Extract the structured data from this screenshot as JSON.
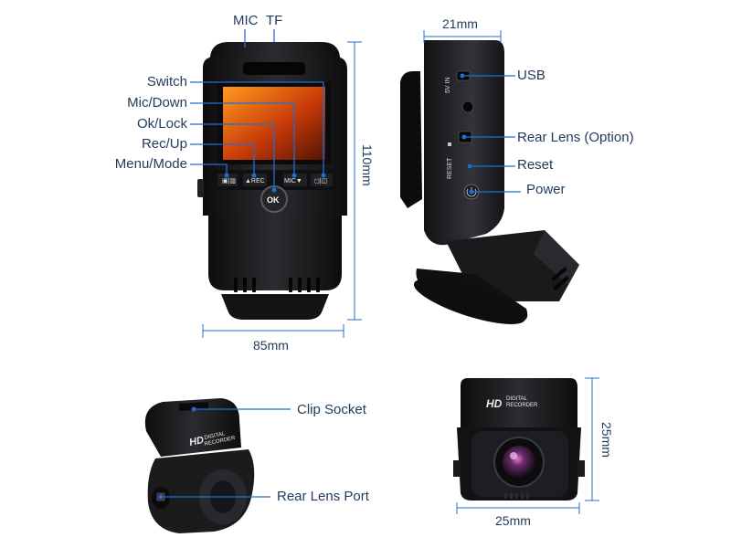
{
  "front_view": {
    "top_labels": {
      "mic": "MIC",
      "tf": "TF"
    },
    "callouts": {
      "switch": "Switch",
      "mic_down": "Mic/Down",
      "ok_lock": "Ok/Lock",
      "rec_up": "Rec/Up",
      "menu_mode": "Menu/Mode"
    },
    "buttons": {
      "rec": "▲REC",
      "ok": "OK",
      "mic": "MIC▼"
    },
    "width": "85mm",
    "height": "110mm"
  },
  "side_view": {
    "callouts": {
      "usb": "USB",
      "rear_lens": "Rear Lens (Option)",
      "reset": "Reset",
      "power": "Power"
    },
    "port_labels": {
      "5v_in": "5V IN",
      "reset": "RESET"
    },
    "depth": "21mm"
  },
  "rear_cam_back": {
    "callouts": {
      "clip_socket": "Clip Socket",
      "rear_lens_port": "Rear Lens Port"
    },
    "badge": {
      "hd": "HD",
      "line1": "DIGITAL",
      "line2": "RECORDER"
    }
  },
  "rear_cam_front": {
    "badge": {
      "hd": "HD",
      "line1": "DIGITAL",
      "line2": "RECORDER"
    },
    "width": "25mm",
    "height": "25mm"
  },
  "colors": {
    "line": "#1f6fd0",
    "text": "#1f3a5a",
    "body": "#1c1c1e"
  }
}
